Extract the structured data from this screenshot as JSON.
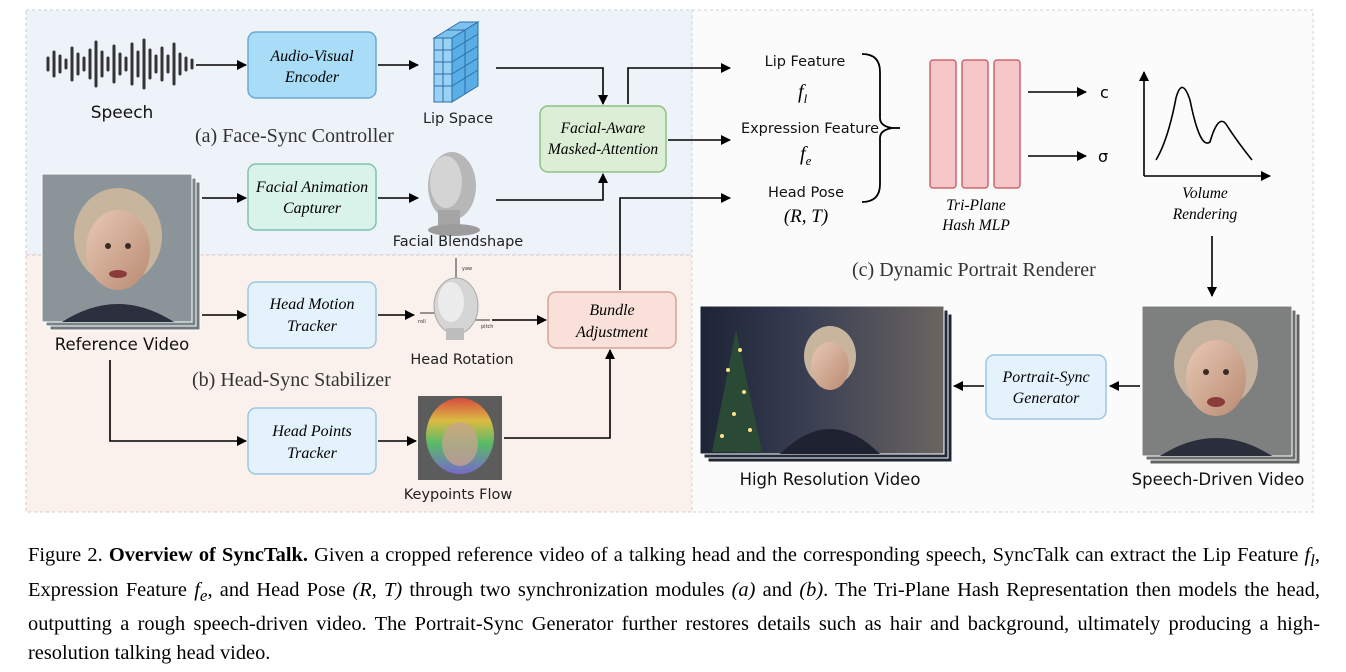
{
  "figure": {
    "speech_label": "Speech",
    "audio_encoder": [
      "Audio-Visual",
      "Encoder"
    ],
    "lip_space_label": "Lip Space",
    "face_sync_title": "(a) Face-Sync Controller",
    "facial_attention": [
      "Facial-Aware",
      "Masked-Attention"
    ],
    "animation_capturer": [
      "Facial Animation",
      "Capturer"
    ],
    "blendshape_label": "Facial Blendshape",
    "reference_video_label": "Reference Video",
    "head_motion_tracker": [
      "Head Motion",
      "Tracker"
    ],
    "head_rotation_label": "Head Rotation",
    "head_sync_title": "(b) Head-Sync Stabilizer",
    "bundle_adjustment": [
      "Bundle",
      "Adjustment"
    ],
    "head_points_tracker": [
      "Head Points",
      "Tracker"
    ],
    "keypoints_flow_label": "Keypoints Flow",
    "lip_feature_label": "Lip Feature",
    "lip_feature_symbol": "f",
    "lip_feature_sub": "l",
    "expression_feature_label": "Expression Feature",
    "expression_feature_symbol": "f",
    "expression_feature_sub": "e",
    "head_pose_label": "Head Pose",
    "head_pose_symbol": "(R, T)",
    "triplane_label": [
      "Tri-Plane",
      "Hash MLP"
    ],
    "output_c": "c",
    "output_sigma": "σ",
    "volume_rendering": [
      "Volume",
      "Rendering"
    ],
    "renderer_title": "(c) Dynamic Portrait Renderer",
    "portrait_generator": [
      "Portrait-Sync",
      "Generator"
    ],
    "high_res_label": "High Resolution Video",
    "speech_driven_label": "Speech-Driven Video",
    "rotation_axes": [
      "yaw",
      "roll",
      "pitch"
    ]
  },
  "caption": {
    "figure_number": "Figure 2.",
    "title": "Overview of SyncTalk.",
    "seg1": " Given a cropped reference video of a talking head and the corresponding speech, SyncTalk can extract the Lip Feature ",
    "sym1": "f",
    "sub1": "l",
    "seg2": ", Expression Feature ",
    "sym2": "f",
    "sub2": "e",
    "seg3": ", and Head Pose ",
    "sym3": "(R, T)",
    "seg4": " through two synchronization modules ",
    "sym4": "(a)",
    "seg5": " and ",
    "sym5": "(b)",
    "seg6": ". The Tri-Plane Hash Representation then models the head, outputting a rough speech-driven video. The Portrait-Sync Generator further restores details such as hair and background, ultimately producing a high-resolution talking head video."
  },
  "colors": {
    "face_sync_bg": "#eef3fa",
    "head_sync_bg": "#fbf1ec",
    "renderer_bg": "#fafbfa",
    "blue_box": "#a9dcf7",
    "mint_box": "#d9f3ea",
    "green_box": "#dcefd6",
    "pale_blue_box": "#e4f2fc",
    "peach_box": "#f9e1d9",
    "mlp_fill": "#f6c7c9",
    "mlp_stroke": "#c9676d"
  }
}
